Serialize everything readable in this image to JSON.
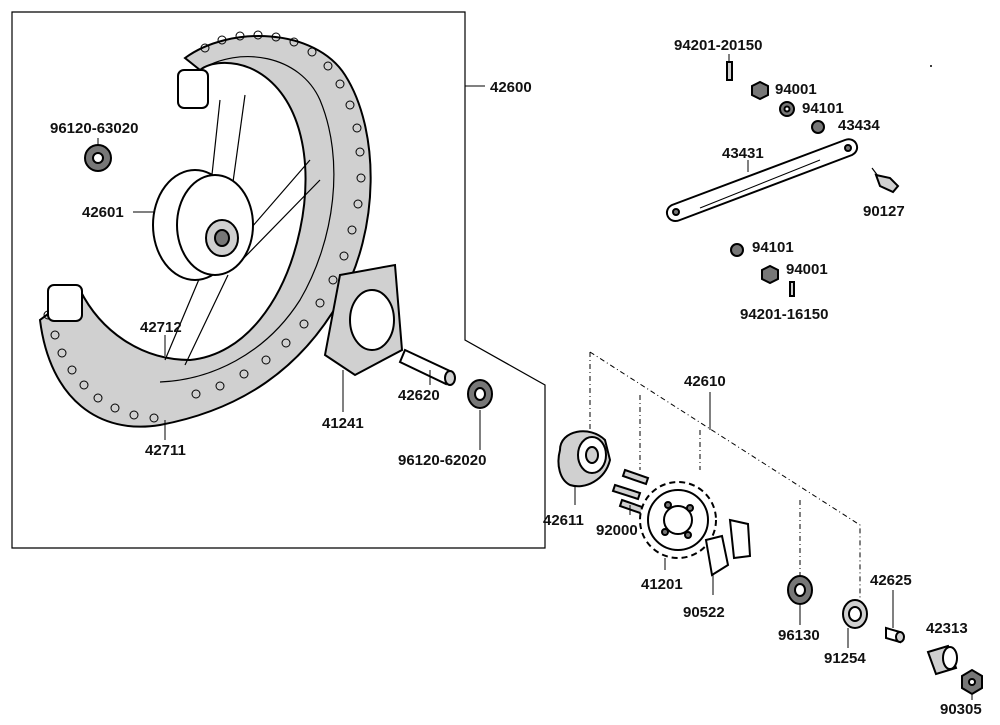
{
  "labels": {
    "p42600": "42600",
    "p96120_63020": "96120-63020",
    "p42601": "42601",
    "p42712": "42712",
    "p42711": "42711",
    "p41241": "41241",
    "p42620": "42620",
    "p96120_62020": "96120-62020",
    "p94201_20150": "94201-20150",
    "p94001_a": "94001",
    "p94101_a": "94101",
    "p43434": "43434",
    "p43431": "43431",
    "p90127": "90127",
    "p94101_b": "94101",
    "p94001_b": "94001",
    "p94201_16150": "94201-16150",
    "p42610": "42610",
    "p42611": "42611",
    "p92000": "92000",
    "p41201": "41201",
    "p90522": "90522",
    "p96130": "96130",
    "p91254": "91254",
    "p42625": "42625",
    "p42313": "42313",
    "p90305": "90305"
  }
}
